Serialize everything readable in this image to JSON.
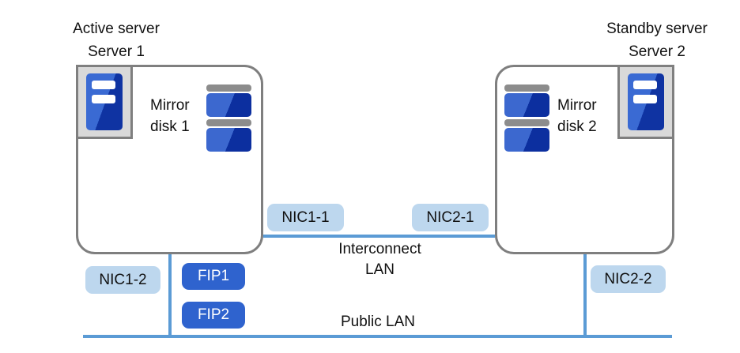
{
  "colors": {
    "line_blue": "#5b9bd5",
    "nic_fill": "#bdd7ee",
    "fip_fill": "#2f63ce",
    "box_border_gray": "#7f7f7f",
    "icon_frame_fill": "#d9d9d9",
    "icon_blue_light": "#3a6ad3",
    "icon_blue_dark": "#0f33a2",
    "disk_cap_gray": "#8c8c8c",
    "text": "#111111"
  },
  "server1": {
    "role": "Active server",
    "name": "Server 1",
    "disk_label": "Mirror disk 1",
    "nic_top": "NIC1-1",
    "nic_bottom": "NIC1-2"
  },
  "server2": {
    "role": "Standby server",
    "name": "Server 2",
    "disk_label": "Mirror disk 2",
    "nic_top": "NIC2-1",
    "nic_bottom": "NIC2-2"
  },
  "fips": {
    "fip1": "FIP1",
    "fip2": "FIP2"
  },
  "networks": {
    "interconnect": "Interconnect LAN",
    "public": "Public LAN"
  }
}
